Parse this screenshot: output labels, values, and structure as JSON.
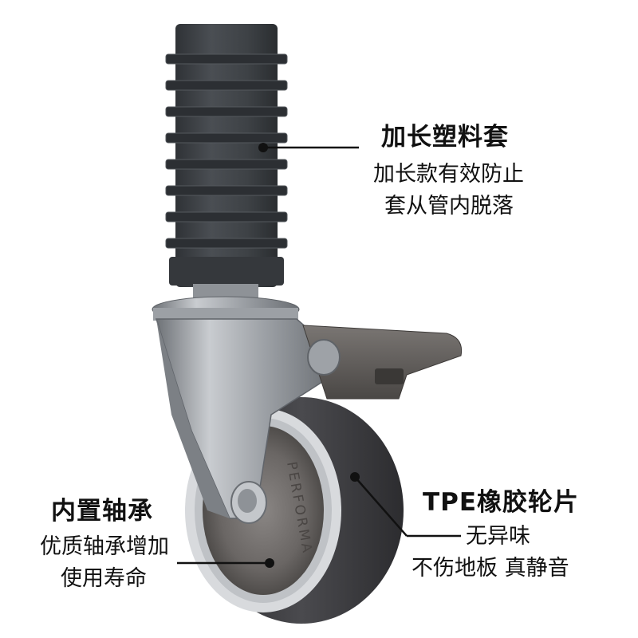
{
  "callouts": {
    "sleeve": {
      "title": "加长塑料套",
      "lines": [
        "加长款有效防止",
        "套从管内脱落"
      ]
    },
    "bearing": {
      "title": "内置轴承",
      "lines": [
        "优质轴承增加",
        "使用寿命"
      ]
    },
    "wheel": {
      "title": "TPE橡胶轮片",
      "lines": [
        "无异味",
        "不伤地板 真静音"
      ]
    }
  },
  "wheel_print": "PERFORMA",
  "colors": {
    "sleeve": "#3f4347",
    "metal": "#a7abb0",
    "tire": "#3d3d40",
    "hub": "#6d6a68",
    "brake": "#5f5c5a"
  }
}
